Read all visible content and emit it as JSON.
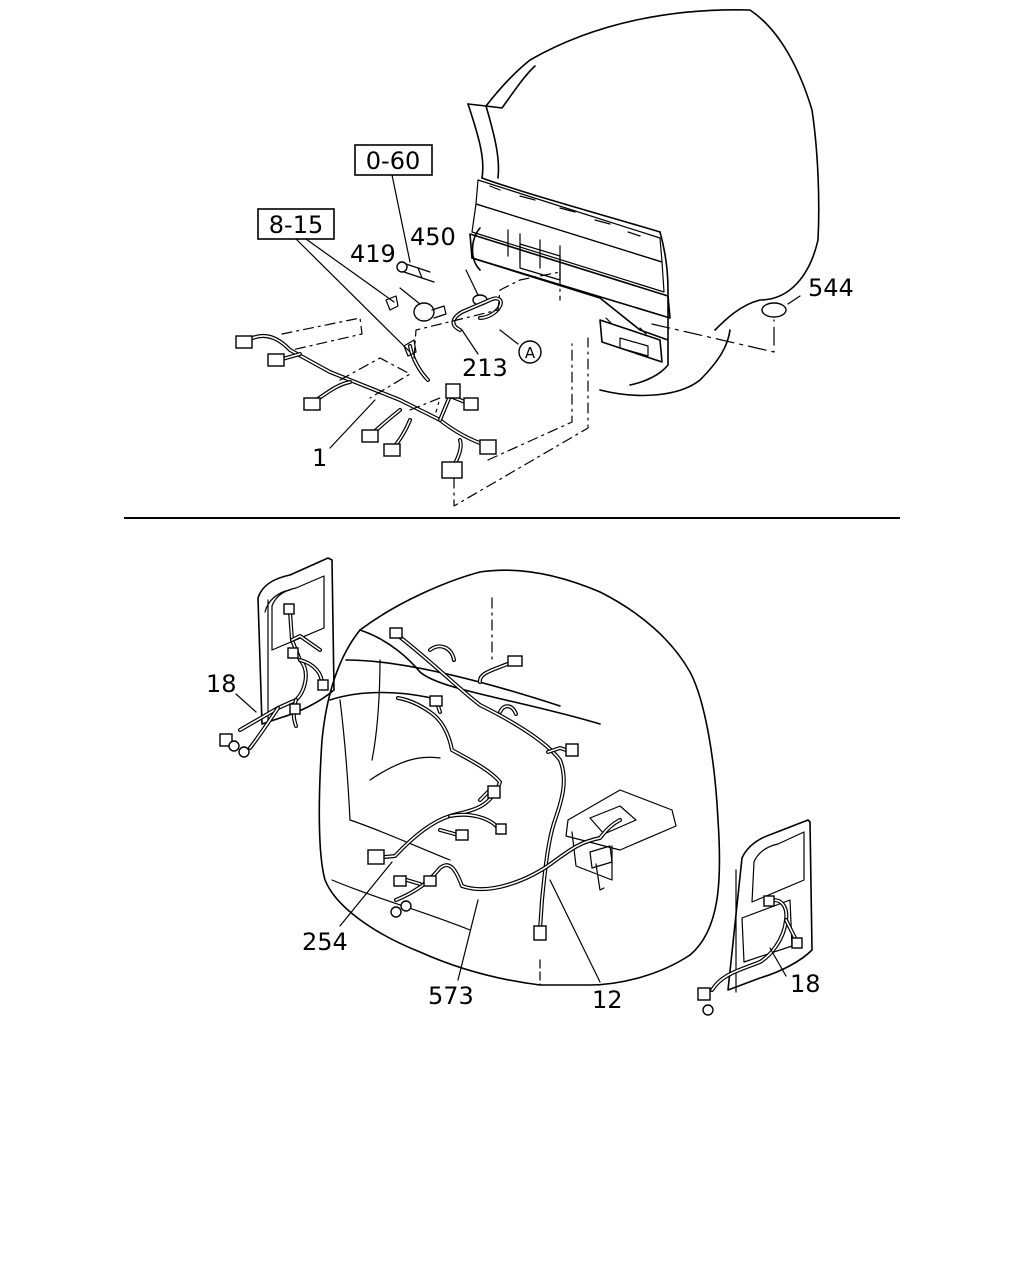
{
  "top_diagram": {
    "ref_box_1": "0-60",
    "ref_box_2": "8-15",
    "callouts": {
      "c419": "419",
      "c450": "450",
      "c544": "544",
      "c213": "213",
      "c1": "1"
    },
    "marker_a": "A"
  },
  "bottom_diagram": {
    "callouts": {
      "c18_left": "18",
      "c18_right": "18",
      "c254": "254",
      "c573": "573",
      "c12": "12"
    }
  }
}
